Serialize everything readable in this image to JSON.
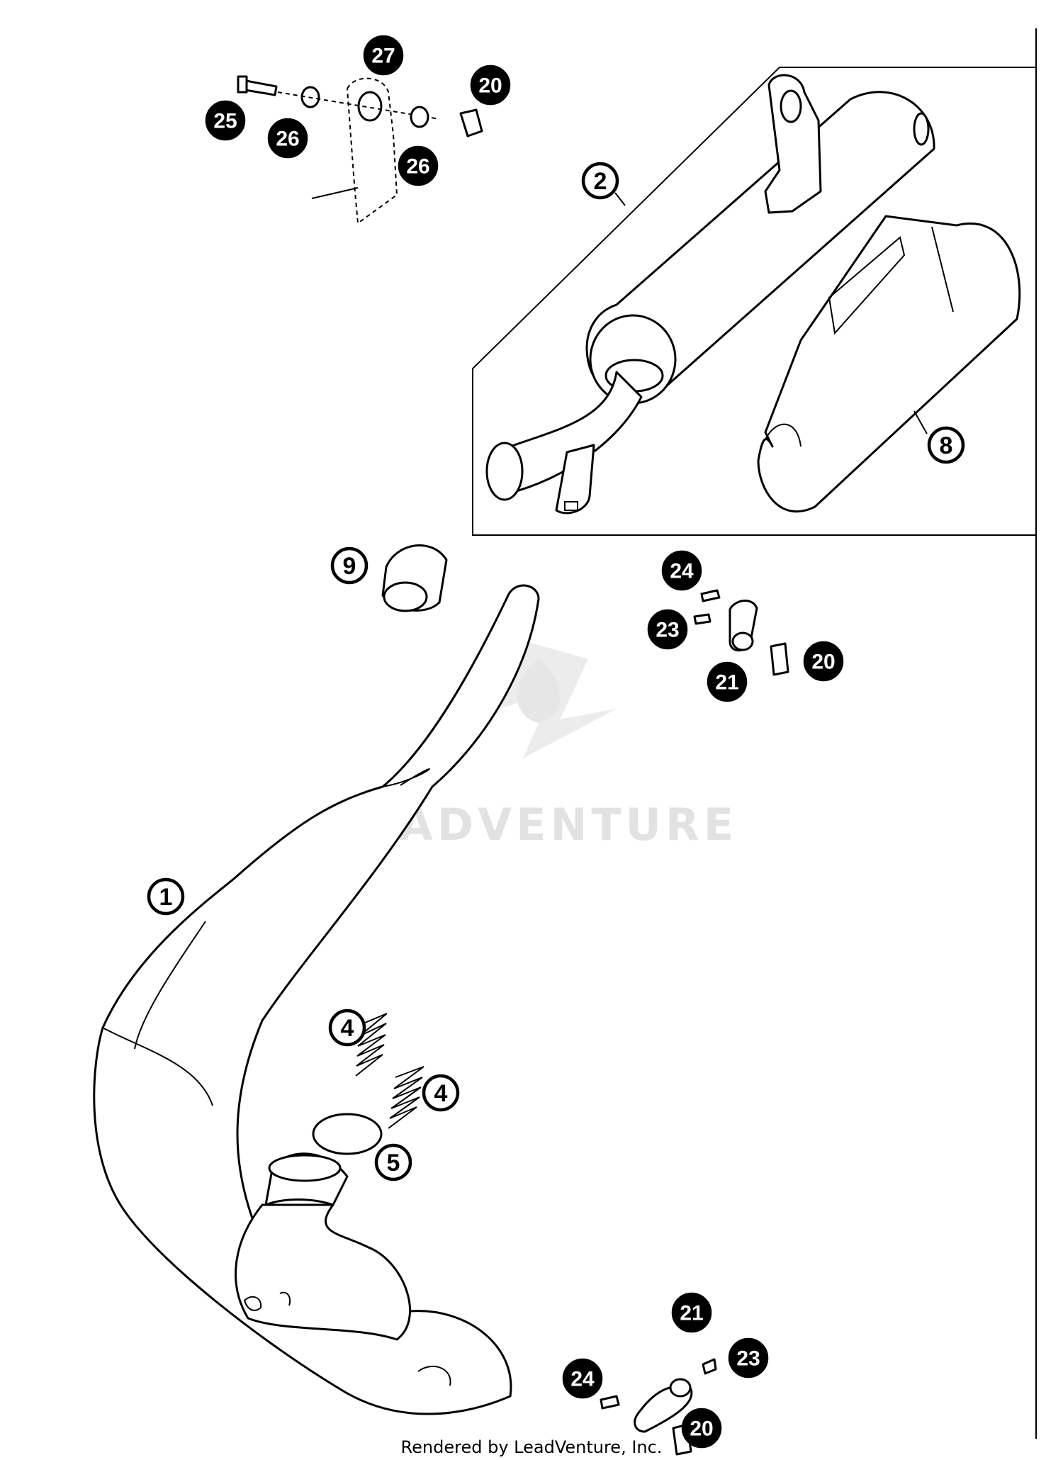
{
  "watermark": "LEADVENTURE",
  "footer": "Rendered by LeadVenture, Inc.",
  "callouts": {
    "c27": "27",
    "c25": "25",
    "c26a": "26",
    "c26b": "26",
    "c20a": "20",
    "c2": "2",
    "c8": "8",
    "c9": "9",
    "c24a": "24",
    "c23a": "23",
    "c21a": "21",
    "c20b": "20",
    "c1": "1",
    "c4a": "4",
    "c4b": "4",
    "c5": "5",
    "c21b": "21",
    "c24b": "24",
    "c23b": "23",
    "c20c": "20"
  }
}
